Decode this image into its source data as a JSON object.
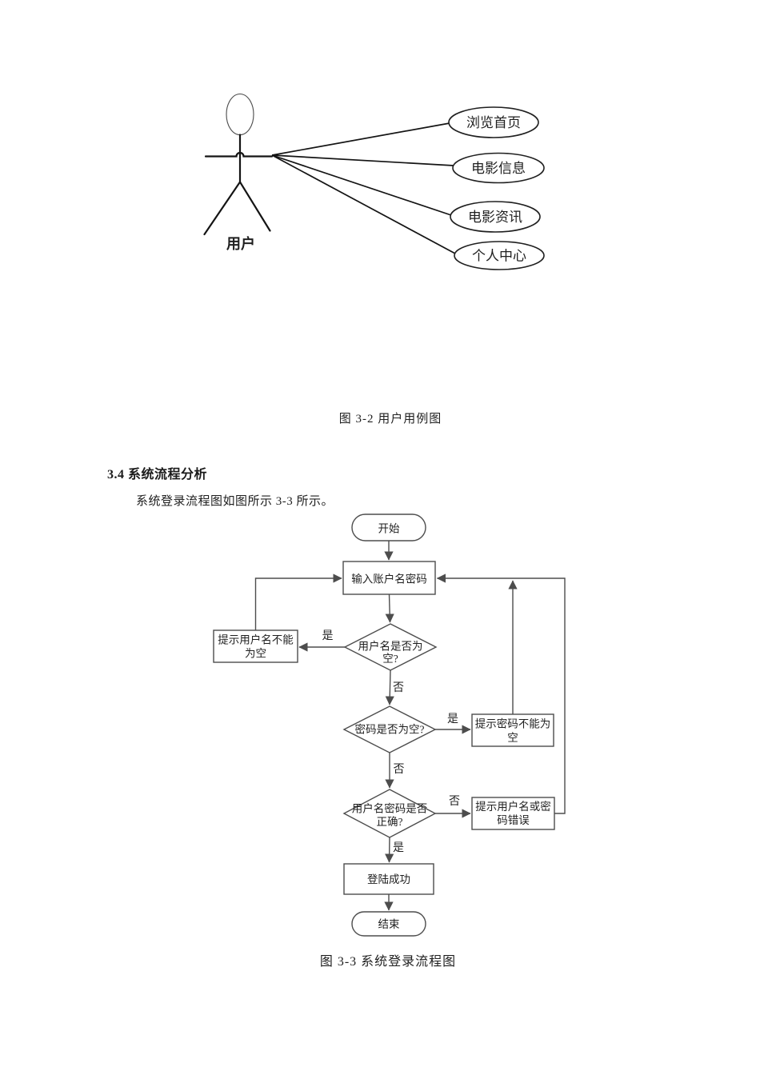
{
  "document": {
    "figure2": {
      "caption": "图 3-2 用户用例图",
      "actor_label": "用户",
      "usecases": [
        {
          "label": "浏览首页"
        },
        {
          "label": "电影信息"
        },
        {
          "label": "电影资讯"
        },
        {
          "label": "个人中心"
        }
      ]
    },
    "section": {
      "heading": "3.4 系统流程分析",
      "paragraph": "系统登录流程图如图所示 3-3 所示。"
    },
    "figure3": {
      "caption": "图 3-3 系统登录流程图",
      "nodes": {
        "start": "开始",
        "input": "输入账户名密码",
        "check_username": {
          "line1": "用户名是否为",
          "line2": "空?"
        },
        "tip_username": {
          "line1": "提示用户名不能",
          "line2": "为空"
        },
        "check_password": "密码是否为空?",
        "tip_password": {
          "line1": "提示密码不能为",
          "line2": "空"
        },
        "check_correct": {
          "line1": "用户名密码是否",
          "line2": "正确?"
        },
        "tip_wrong": {
          "line1": "提示用户名或密",
          "line2": "码错误"
        },
        "success": "登陆成功",
        "end": "结束"
      },
      "edge_labels": {
        "yes": "是",
        "no": "否"
      }
    },
    "colors": {
      "background": "#ffffff",
      "ink": "#1f1f1f",
      "diagram_line": "#4d4d4d"
    }
  }
}
